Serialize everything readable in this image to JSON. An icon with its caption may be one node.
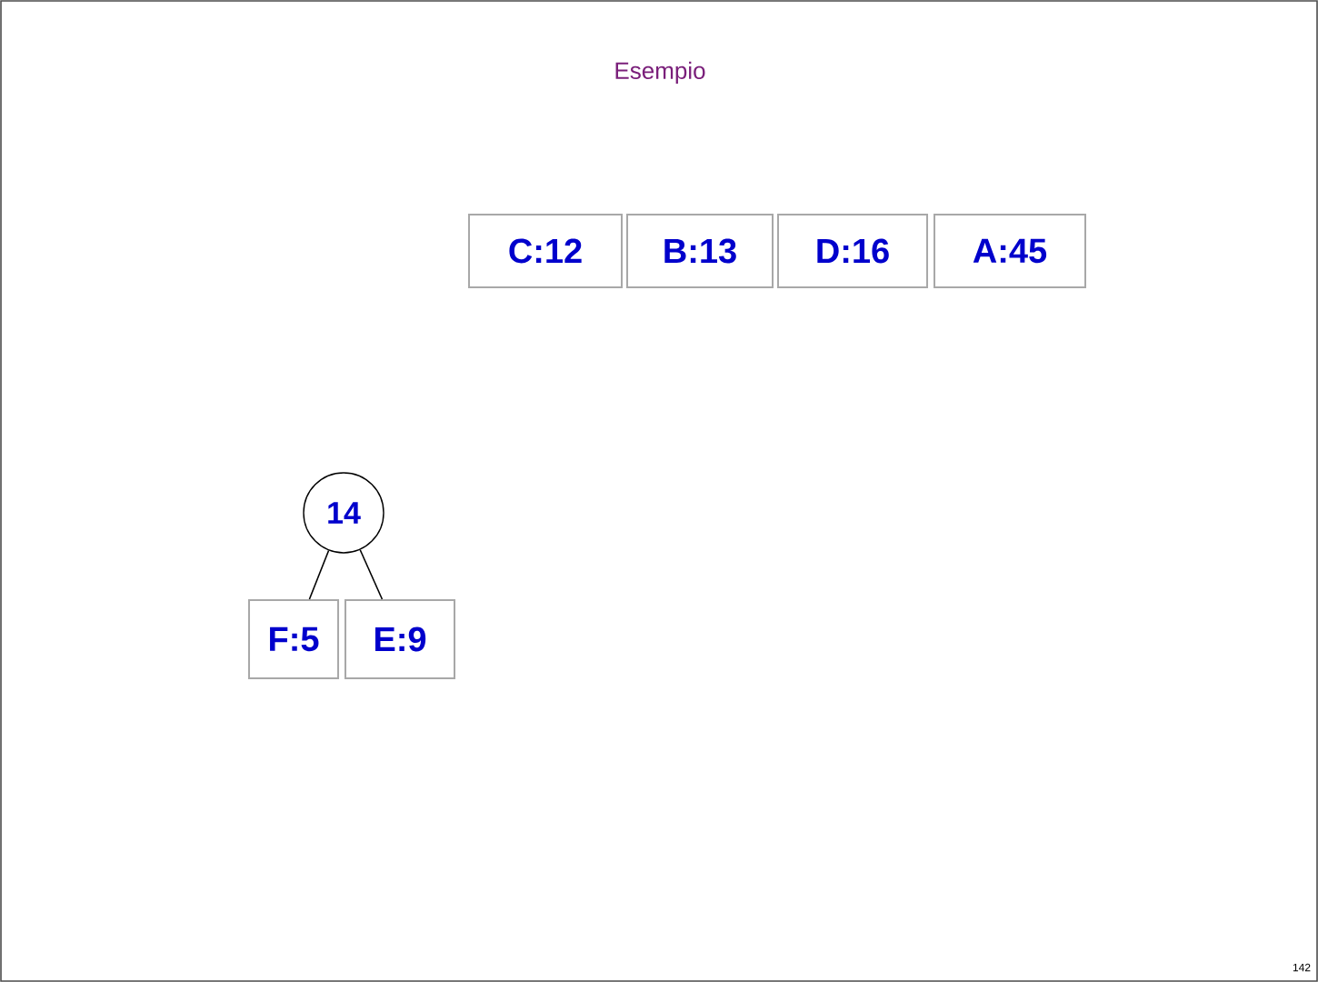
{
  "diagram": {
    "title": "Esempio",
    "nodes": [
      {
        "text": [
          "C:12"
        ]
      },
      {
        "text": [
          "B:13"
        ]
      },
      {
        "text": [
          "D:16"
        ]
      },
      {
        "text": [
          "A:45"
        ]
      },
      {
        "text": [
          "14"
        ]
      },
      {
        "text": [
          "F:5"
        ]
      },
      {
        "text": [
          "E:9"
        ]
      }
    ],
    "edges": [
      {
        "from": 4,
        "to": 5,
        "arrow": "none"
      },
      {
        "from": 4,
        "to": 6,
        "arrow": "none"
      }
    ],
    "labels": [
      "142"
    ]
  }
}
